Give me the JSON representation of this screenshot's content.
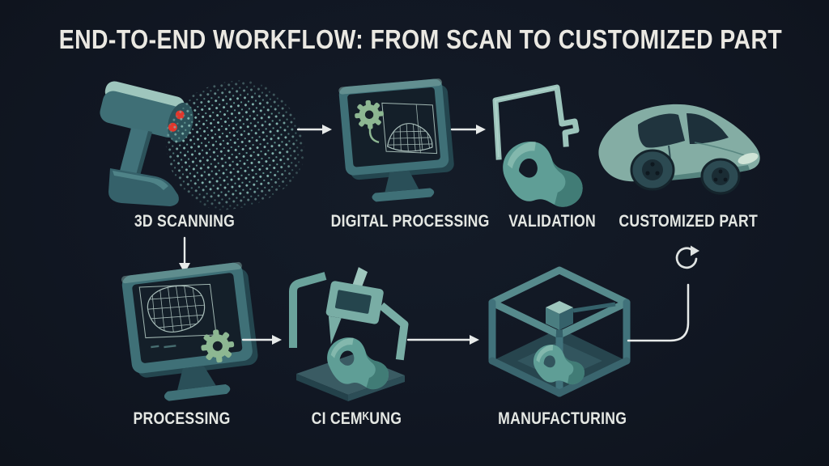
{
  "title": "END-TO-END WORKFLOW: FROM SCAN TO CUSTOMIZED PART",
  "steps": {
    "scanning": {
      "label": "3D SCANNING"
    },
    "digital_processing": {
      "label": "DIGITAL PROCESSING"
    },
    "validation": {
      "label": "VALIDATION"
    },
    "customized_part": {
      "label": "CUSTOMIZED PART"
    },
    "processing": {
      "label": "PROCESSING"
    },
    "measuring": {
      "label": "CI CEMᴷUNG"
    },
    "manufacturing": {
      "label": "MANUFACTURING"
    }
  },
  "icons": {
    "scanning": "3d-scanner-icon",
    "scanning_output": "point-cloud-dots",
    "digital_processing": "monitor-gear-wireframe-icon",
    "validation": "screen-with-part-icon",
    "customized_part": "car-icon",
    "processing": "monitor-wireframe-gear-icon",
    "measuring": "caliper-with-part-icon",
    "manufacturing": "3d-printer-frame-icon",
    "loop": "refresh-icon",
    "flow": "arrow-icon"
  },
  "colors": {
    "background": "#111824",
    "frame_teal": "#3f7077",
    "teal_light": "#9ec6bd",
    "part_teal": "#5f9e96",
    "gear_green": "#8db792",
    "screen_dark": "#141f29",
    "point_cloud": "#7fb3ad",
    "scanner_laser_red": "#e2372c",
    "arrow": "#e7eae9",
    "text": "#e9e7e1"
  }
}
